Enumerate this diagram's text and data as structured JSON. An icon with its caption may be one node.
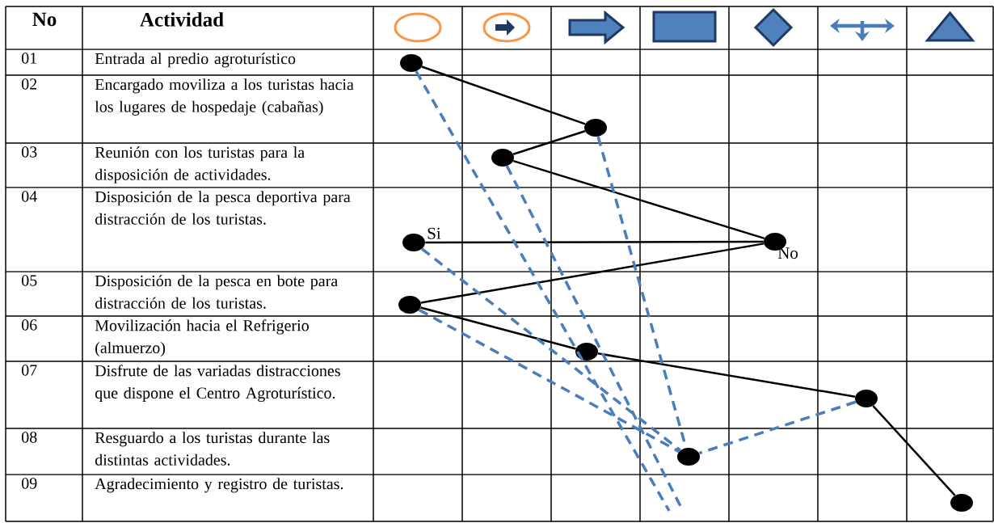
{
  "diagram": {
    "nodes": [
      {
        "text": [],
        "shape": "circle"
      },
      {
        "text": [],
        "shape": "circle"
      },
      {
        "text": [],
        "shape": "circle"
      },
      {
        "text": [],
        "shape": "circle",
        "beside": [
          "Si"
        ]
      },
      {
        "text": [],
        "shape": "circle",
        "beside": [
          "No"
        ]
      },
      {
        "text": [],
        "shape": "circle"
      },
      {
        "text": [],
        "shape": "circle"
      },
      {
        "text": [],
        "shape": "circle"
      },
      {
        "text": [],
        "shape": "circle"
      },
      {
        "text": [],
        "shape": "circle"
      }
    ],
    "edges": [
      {
        "from": 0,
        "to": 1,
        "arrow": "none"
      },
      {
        "from": 1,
        "to": 2,
        "arrow": "none"
      },
      {
        "from": 2,
        "to": 4,
        "arrow": "none"
      },
      {
        "from": 4,
        "to": 3,
        "arrow": "none"
      },
      {
        "from": 4,
        "to": 5,
        "arrow": "none"
      },
      {
        "from": 5,
        "to": 6,
        "arrow": "none"
      },
      {
        "from": 6,
        "to": 7,
        "arrow": "none"
      },
      {
        "from": 7,
        "to": 9,
        "arrow": "none"
      },
      {
        "from": 0,
        "to": null,
        "arrow": "none",
        "style": "dashed",
        "color": "#4a7ebb"
      },
      {
        "from": 1,
        "to": 8,
        "arrow": "none",
        "style": "dashed",
        "color": "#4a7ebb"
      },
      {
        "from": 2,
        "to": null,
        "arrow": "none",
        "style": "dashed",
        "color": "#4a7ebb"
      },
      {
        "from": 3,
        "to": 8,
        "arrow": "none",
        "style": "dashed",
        "color": "#4a7ebb"
      },
      {
        "from": 5,
        "to": 8,
        "arrow": "none",
        "style": "dashed",
        "color": "#4a7ebb"
      },
      {
        "from": 7,
        "to": 8,
        "arrow": "none",
        "style": "dashed",
        "color": "#4a7ebb"
      }
    ],
    "labels": [
      "No",
      "Actividad",
      "01",
      "Entrada al predio agroturístico",
      "02",
      "Encargado moviliza a los turistas hacia los lugares de hospedaje (cabañas)",
      "03",
      "Reunión con los turistas para la disposición de actividades.",
      "04",
      "Disposición de la pesca deportiva para distracción de los turistas.",
      "05",
      "Disposición de la pesca en bote para distracción de los turistas.",
      "06",
      "Movilización hacia el Refrigerio (almuerzo)",
      "07",
      "Disfrute de las variadas distracciones que dispone el Centro Agroturístico.",
      "08",
      "Resguardo a los turistas durante las distintas actividades.",
      "09",
      "Agradecimiento y registro de turistas."
    ]
  }
}
